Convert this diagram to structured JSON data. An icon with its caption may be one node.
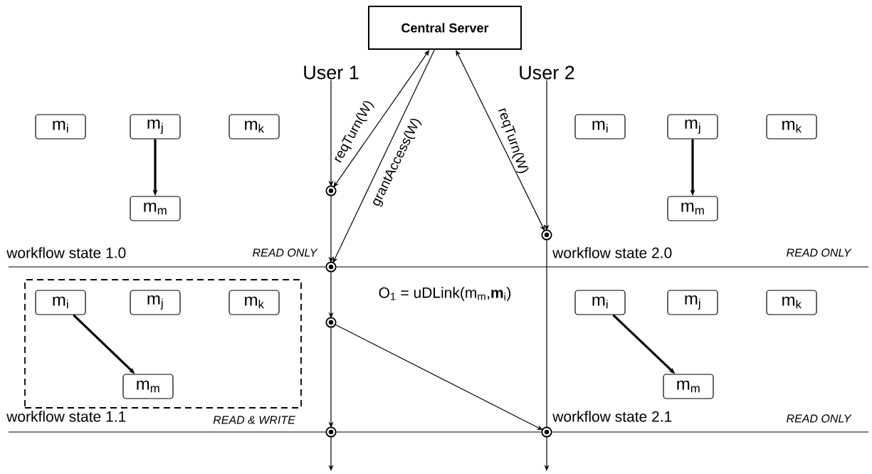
{
  "diagram": {
    "nodes": [
      {
        "text": [
          "Central Server"
        ]
      },
      {
        "text": [
          "User 1"
        ]
      },
      {
        "text": [
          "User 2"
        ]
      },
      {
        "text": [
          "m$_{i}$"
        ]
      },
      {
        "text": [
          "m$_{j}$"
        ]
      },
      {
        "text": [
          "m$_{k}$"
        ]
      },
      {
        "text": [
          "m$_{i}$"
        ]
      },
      {
        "text": [
          "m$_{j}$"
        ]
      },
      {
        "text": [
          "m$_{k}$"
        ]
      },
      {
        "text": [],
        "shape": "circle"
      },
      {
        "text": [
          "m$_{m}$"
        ]
      },
      {
        "text": [
          "m$_{m}$"
        ]
      },
      {
        "text": [],
        "shape": "circle"
      },
      {
        "text": [],
        "shape": "circle"
      },
      {
        "text": [],
        "shape": "box"
      },
      {
        "text": [
          "m$_{i}$"
        ],
        "in": 14
      },
      {
        "text": [
          "m$_{j}$"
        ],
        "in": 14
      },
      {
        "text": [
          "m$_{k}$"
        ],
        "in": 14
      },
      {
        "text": [
          "m$_{i}$"
        ]
      },
      {
        "text": [
          "m$_{j}$"
        ]
      },
      {
        "text": [
          "m$_{k}$"
        ]
      },
      {
        "text": [],
        "shape": "circle"
      },
      {
        "text": [
          "m$_{m}$"
        ],
        "in": 14
      },
      {
        "text": [
          "m$_{m}$"
        ]
      },
      {
        "text": [],
        "shape": "circle"
      },
      {
        "text": [],
        "shape": "circle"
      }
    ],
    "edges": [
      {
        "from": 1,
        "to": 9,
        "arrow": "to"
      },
      {
        "from": 9,
        "to": 0,
        "arrow": "both",
        "label": "reqTurn(W)"
      },
      {
        "from": 0,
        "to": 13,
        "arrow": "to",
        "label": "grantAccess(W)"
      },
      {
        "from": 0,
        "to": 12,
        "arrow": "both",
        "label": "reqTurn(W)"
      },
      {
        "from": 2,
        "to": 12,
        "arrow": "to"
      },
      {
        "from": 9,
        "to": 13,
        "arrow": "to"
      },
      {
        "from": 4,
        "to": 10,
        "arrow": "to",
        "style": "thick"
      },
      {
        "from": 7,
        "to": 11,
        "arrow": "to",
        "style": "thick"
      },
      {
        "from": 13,
        "to": 21,
        "arrow": "to"
      },
      {
        "from": 15,
        "to": 22,
        "arrow": "to",
        "style": "thick"
      },
      {
        "from": 18,
        "to": 23,
        "arrow": "to",
        "style": "thick"
      },
      {
        "from": 21,
        "to": 24,
        "arrow": "to"
      },
      {
        "from": 21,
        "to": 25,
        "arrow": "to"
      },
      {
        "from": 12,
        "to": 25,
        "arrow": "none"
      },
      {
        "from": 24,
        "to": null,
        "arrow": "to"
      },
      {
        "from": 25,
        "to": null,
        "arrow": "to"
      }
    ],
    "labels": [
      "workflow state 1.0",
      "READ ONLY",
      "workflow state 2.0",
      "READ ONLY",
      "O$_{1}$ = uDLink(m$_{m}$,**m**$_{i}$)",
      "workflow state 1.1",
      "READ & WRITE",
      "workflow state 2.1",
      "READ ONLY"
    ]
  }
}
